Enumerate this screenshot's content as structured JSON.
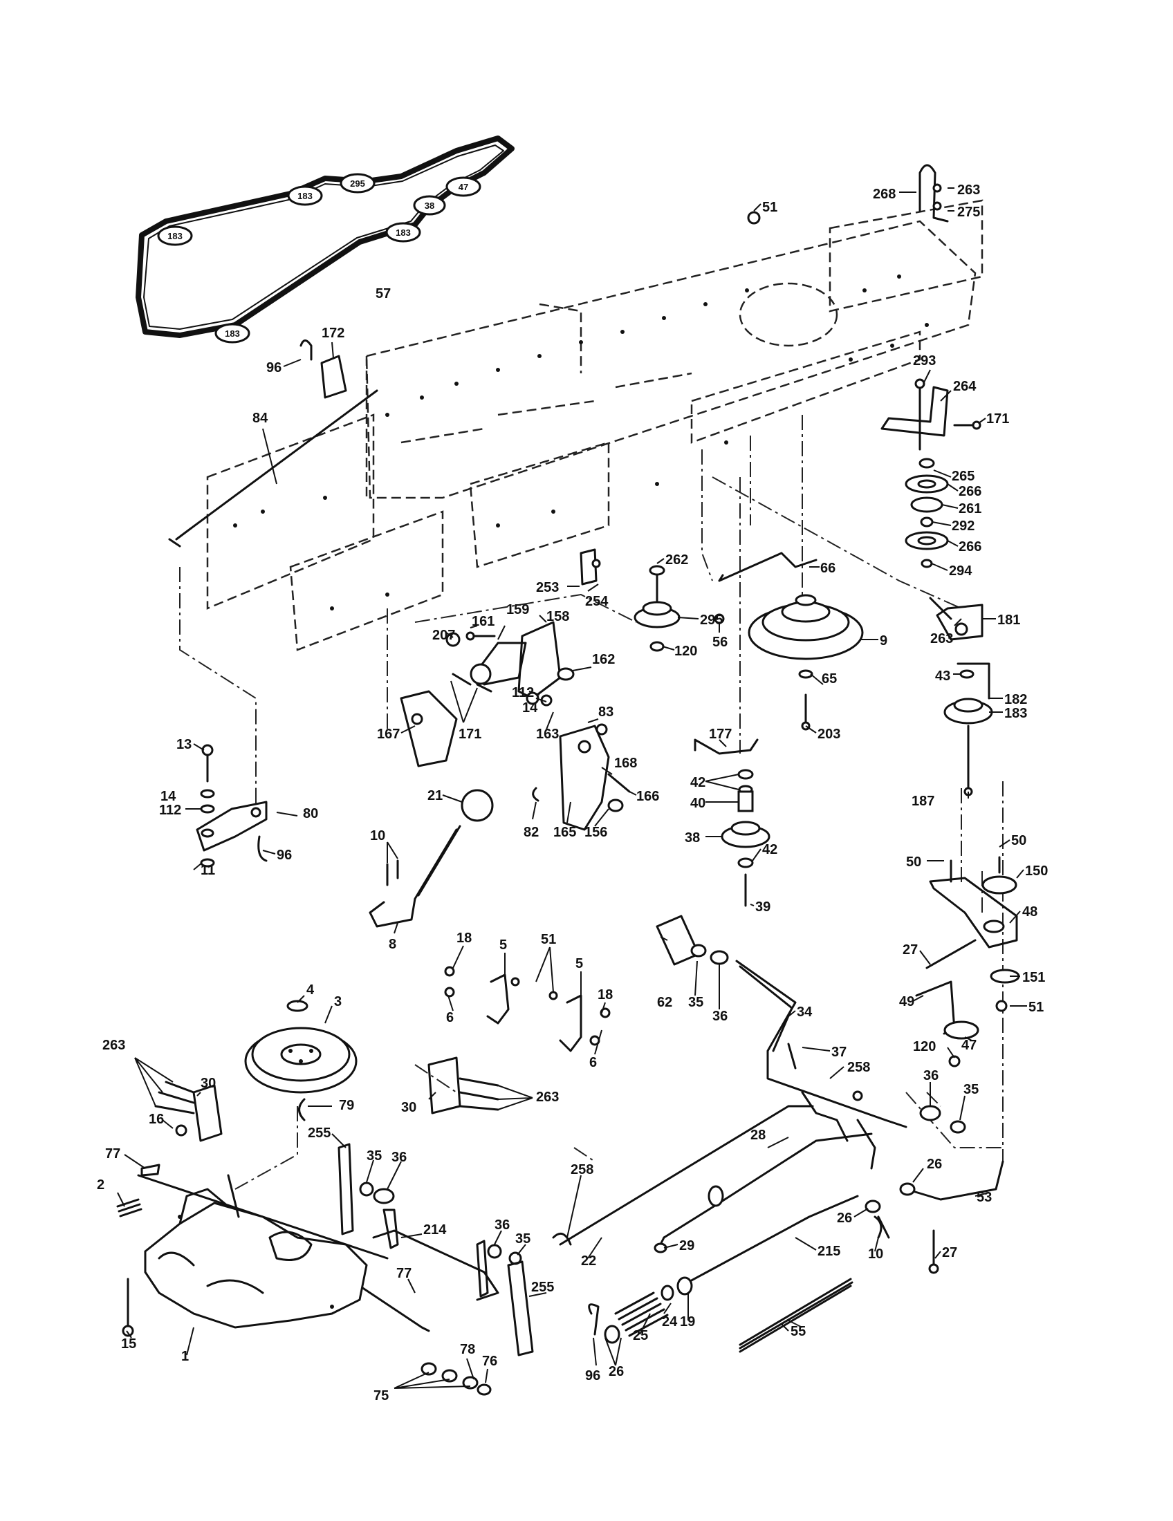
{
  "belt": {
    "callout": "57",
    "pulley_labels": [
      "183",
      "183",
      "295",
      "47",
      "38",
      "183",
      "183"
    ]
  },
  "callouts": [
    {
      "id": "c268",
      "text": "268"
    },
    {
      "id": "c263a",
      "text": "263"
    },
    {
      "id": "c275",
      "text": "275"
    },
    {
      "id": "c51a",
      "text": "51"
    },
    {
      "id": "c172",
      "text": "172"
    },
    {
      "id": "c96a",
      "text": "96"
    },
    {
      "id": "c84",
      "text": "84"
    },
    {
      "id": "c293",
      "text": "293"
    },
    {
      "id": "c264",
      "text": "264"
    },
    {
      "id": "c171a",
      "text": "171"
    },
    {
      "id": "c265",
      "text": "265"
    },
    {
      "id": "c266a",
      "text": "266"
    },
    {
      "id": "c261",
      "text": "261"
    },
    {
      "id": "c292",
      "text": "292"
    },
    {
      "id": "c266b",
      "text": "266"
    },
    {
      "id": "c294",
      "text": "294"
    },
    {
      "id": "c262",
      "text": "262"
    },
    {
      "id": "c66",
      "text": "66"
    },
    {
      "id": "c295",
      "text": "295"
    },
    {
      "id": "c253",
      "text": "253"
    },
    {
      "id": "c254",
      "text": "254"
    },
    {
      "id": "c263b",
      "text": "263"
    },
    {
      "id": "c181",
      "text": "181"
    },
    {
      "id": "c9",
      "text": "9"
    },
    {
      "id": "c56",
      "text": "56"
    },
    {
      "id": "c120a",
      "text": "120"
    },
    {
      "id": "c161",
      "text": "161"
    },
    {
      "id": "c159",
      "text": "159"
    },
    {
      "id": "c158",
      "text": "158"
    },
    {
      "id": "c207",
      "text": "207"
    },
    {
      "id": "c162",
      "text": "162"
    },
    {
      "id": "c65",
      "text": "65"
    },
    {
      "id": "c43",
      "text": "43"
    },
    {
      "id": "c182",
      "text": "182"
    },
    {
      "id": "c203",
      "text": "203"
    },
    {
      "id": "c112a",
      "text": "112"
    },
    {
      "id": "c14a",
      "text": "14"
    },
    {
      "id": "c83",
      "text": "83"
    },
    {
      "id": "c177",
      "text": "177"
    },
    {
      "id": "c183",
      "text": "183"
    },
    {
      "id": "c167",
      "text": "167"
    },
    {
      "id": "c171b",
      "text": "171"
    },
    {
      "id": "c163",
      "text": "163"
    },
    {
      "id": "c13",
      "text": "13"
    },
    {
      "id": "c168",
      "text": "168"
    },
    {
      "id": "c42a",
      "text": "42"
    },
    {
      "id": "c14b",
      "text": "14"
    },
    {
      "id": "c166",
      "text": "166"
    },
    {
      "id": "c187",
      "text": "187"
    },
    {
      "id": "c112b",
      "text": "112"
    },
    {
      "id": "c21",
      "text": "21"
    },
    {
      "id": "c40",
      "text": "40"
    },
    {
      "id": "c80",
      "text": "80"
    },
    {
      "id": "c82",
      "text": "82"
    },
    {
      "id": "c165",
      "text": "165"
    },
    {
      "id": "c156",
      "text": "156"
    },
    {
      "id": "c38",
      "text": "38"
    },
    {
      "id": "c42b",
      "text": "42"
    },
    {
      "id": "c10a",
      "text": "10"
    },
    {
      "id": "c96b",
      "text": "96"
    },
    {
      "id": "c11",
      "text": "11"
    },
    {
      "id": "c50a",
      "text": "50"
    },
    {
      "id": "c50b",
      "text": "50"
    },
    {
      "id": "c150",
      "text": "150"
    },
    {
      "id": "c39",
      "text": "39"
    },
    {
      "id": "c48",
      "text": "48"
    },
    {
      "id": "c8",
      "text": "8"
    },
    {
      "id": "c18a",
      "text": "18"
    },
    {
      "id": "c5a",
      "text": "5"
    },
    {
      "id": "c51b",
      "text": "51"
    },
    {
      "id": "c27a",
      "text": "27"
    },
    {
      "id": "c151",
      "text": "151"
    },
    {
      "id": "c5b",
      "text": "5"
    },
    {
      "id": "c6a",
      "text": "6"
    },
    {
      "id": "c18b",
      "text": "18"
    },
    {
      "id": "c62",
      "text": "62"
    },
    {
      "id": "c35a",
      "text": "35"
    },
    {
      "id": "c36a",
      "text": "36"
    },
    {
      "id": "c49",
      "text": "49"
    },
    {
      "id": "c51c",
      "text": "51"
    },
    {
      "id": "c4",
      "text": "4"
    },
    {
      "id": "c3",
      "text": "3"
    },
    {
      "id": "c34",
      "text": "34"
    },
    {
      "id": "c120b",
      "text": "120"
    },
    {
      "id": "c47",
      "text": "47"
    },
    {
      "id": "c263c",
      "text": "263"
    },
    {
      "id": "c30a",
      "text": "30"
    },
    {
      "id": "c6b",
      "text": "6"
    },
    {
      "id": "c37",
      "text": "37"
    },
    {
      "id": "c258a",
      "text": "258"
    },
    {
      "id": "c36b",
      "text": "36"
    },
    {
      "id": "c35b",
      "text": "35"
    },
    {
      "id": "c16",
      "text": "16"
    },
    {
      "id": "c79",
      "text": "79"
    },
    {
      "id": "c30b",
      "text": "30"
    },
    {
      "id": "c263d",
      "text": "263"
    },
    {
      "id": "c28",
      "text": "28"
    },
    {
      "id": "c77a",
      "text": "77"
    },
    {
      "id": "c255a",
      "text": "255"
    },
    {
      "id": "c35c",
      "text": "35"
    },
    {
      "id": "c36c",
      "text": "36"
    },
    {
      "id": "c26a",
      "text": "26"
    },
    {
      "id": "c53",
      "text": "53"
    },
    {
      "id": "c2",
      "text": "2"
    },
    {
      "id": "c258b",
      "text": "258"
    },
    {
      "id": "c214",
      "text": "214"
    },
    {
      "id": "c36d",
      "text": "36"
    },
    {
      "id": "c35d",
      "text": "35"
    },
    {
      "id": "c29",
      "text": "29"
    },
    {
      "id": "c26b",
      "text": "26"
    },
    {
      "id": "c22",
      "text": "22"
    },
    {
      "id": "c215",
      "text": "215"
    },
    {
      "id": "c10b",
      "text": "10"
    },
    {
      "id": "c27b",
      "text": "27"
    },
    {
      "id": "c255b",
      "text": "255"
    },
    {
      "id": "c77b",
      "text": "77"
    },
    {
      "id": "c15",
      "text": "15"
    },
    {
      "id": "c24",
      "text": "24"
    },
    {
      "id": "c19",
      "text": "19"
    },
    {
      "id": "c55",
      "text": "55"
    },
    {
      "id": "c78",
      "text": "78"
    },
    {
      "id": "c25",
      "text": "25"
    },
    {
      "id": "c76",
      "text": "76"
    },
    {
      "id": "c1",
      "text": "1"
    },
    {
      "id": "c96c",
      "text": "96"
    },
    {
      "id": "c26c",
      "text": "26"
    },
    {
      "id": "c75",
      "text": "75"
    }
  ]
}
